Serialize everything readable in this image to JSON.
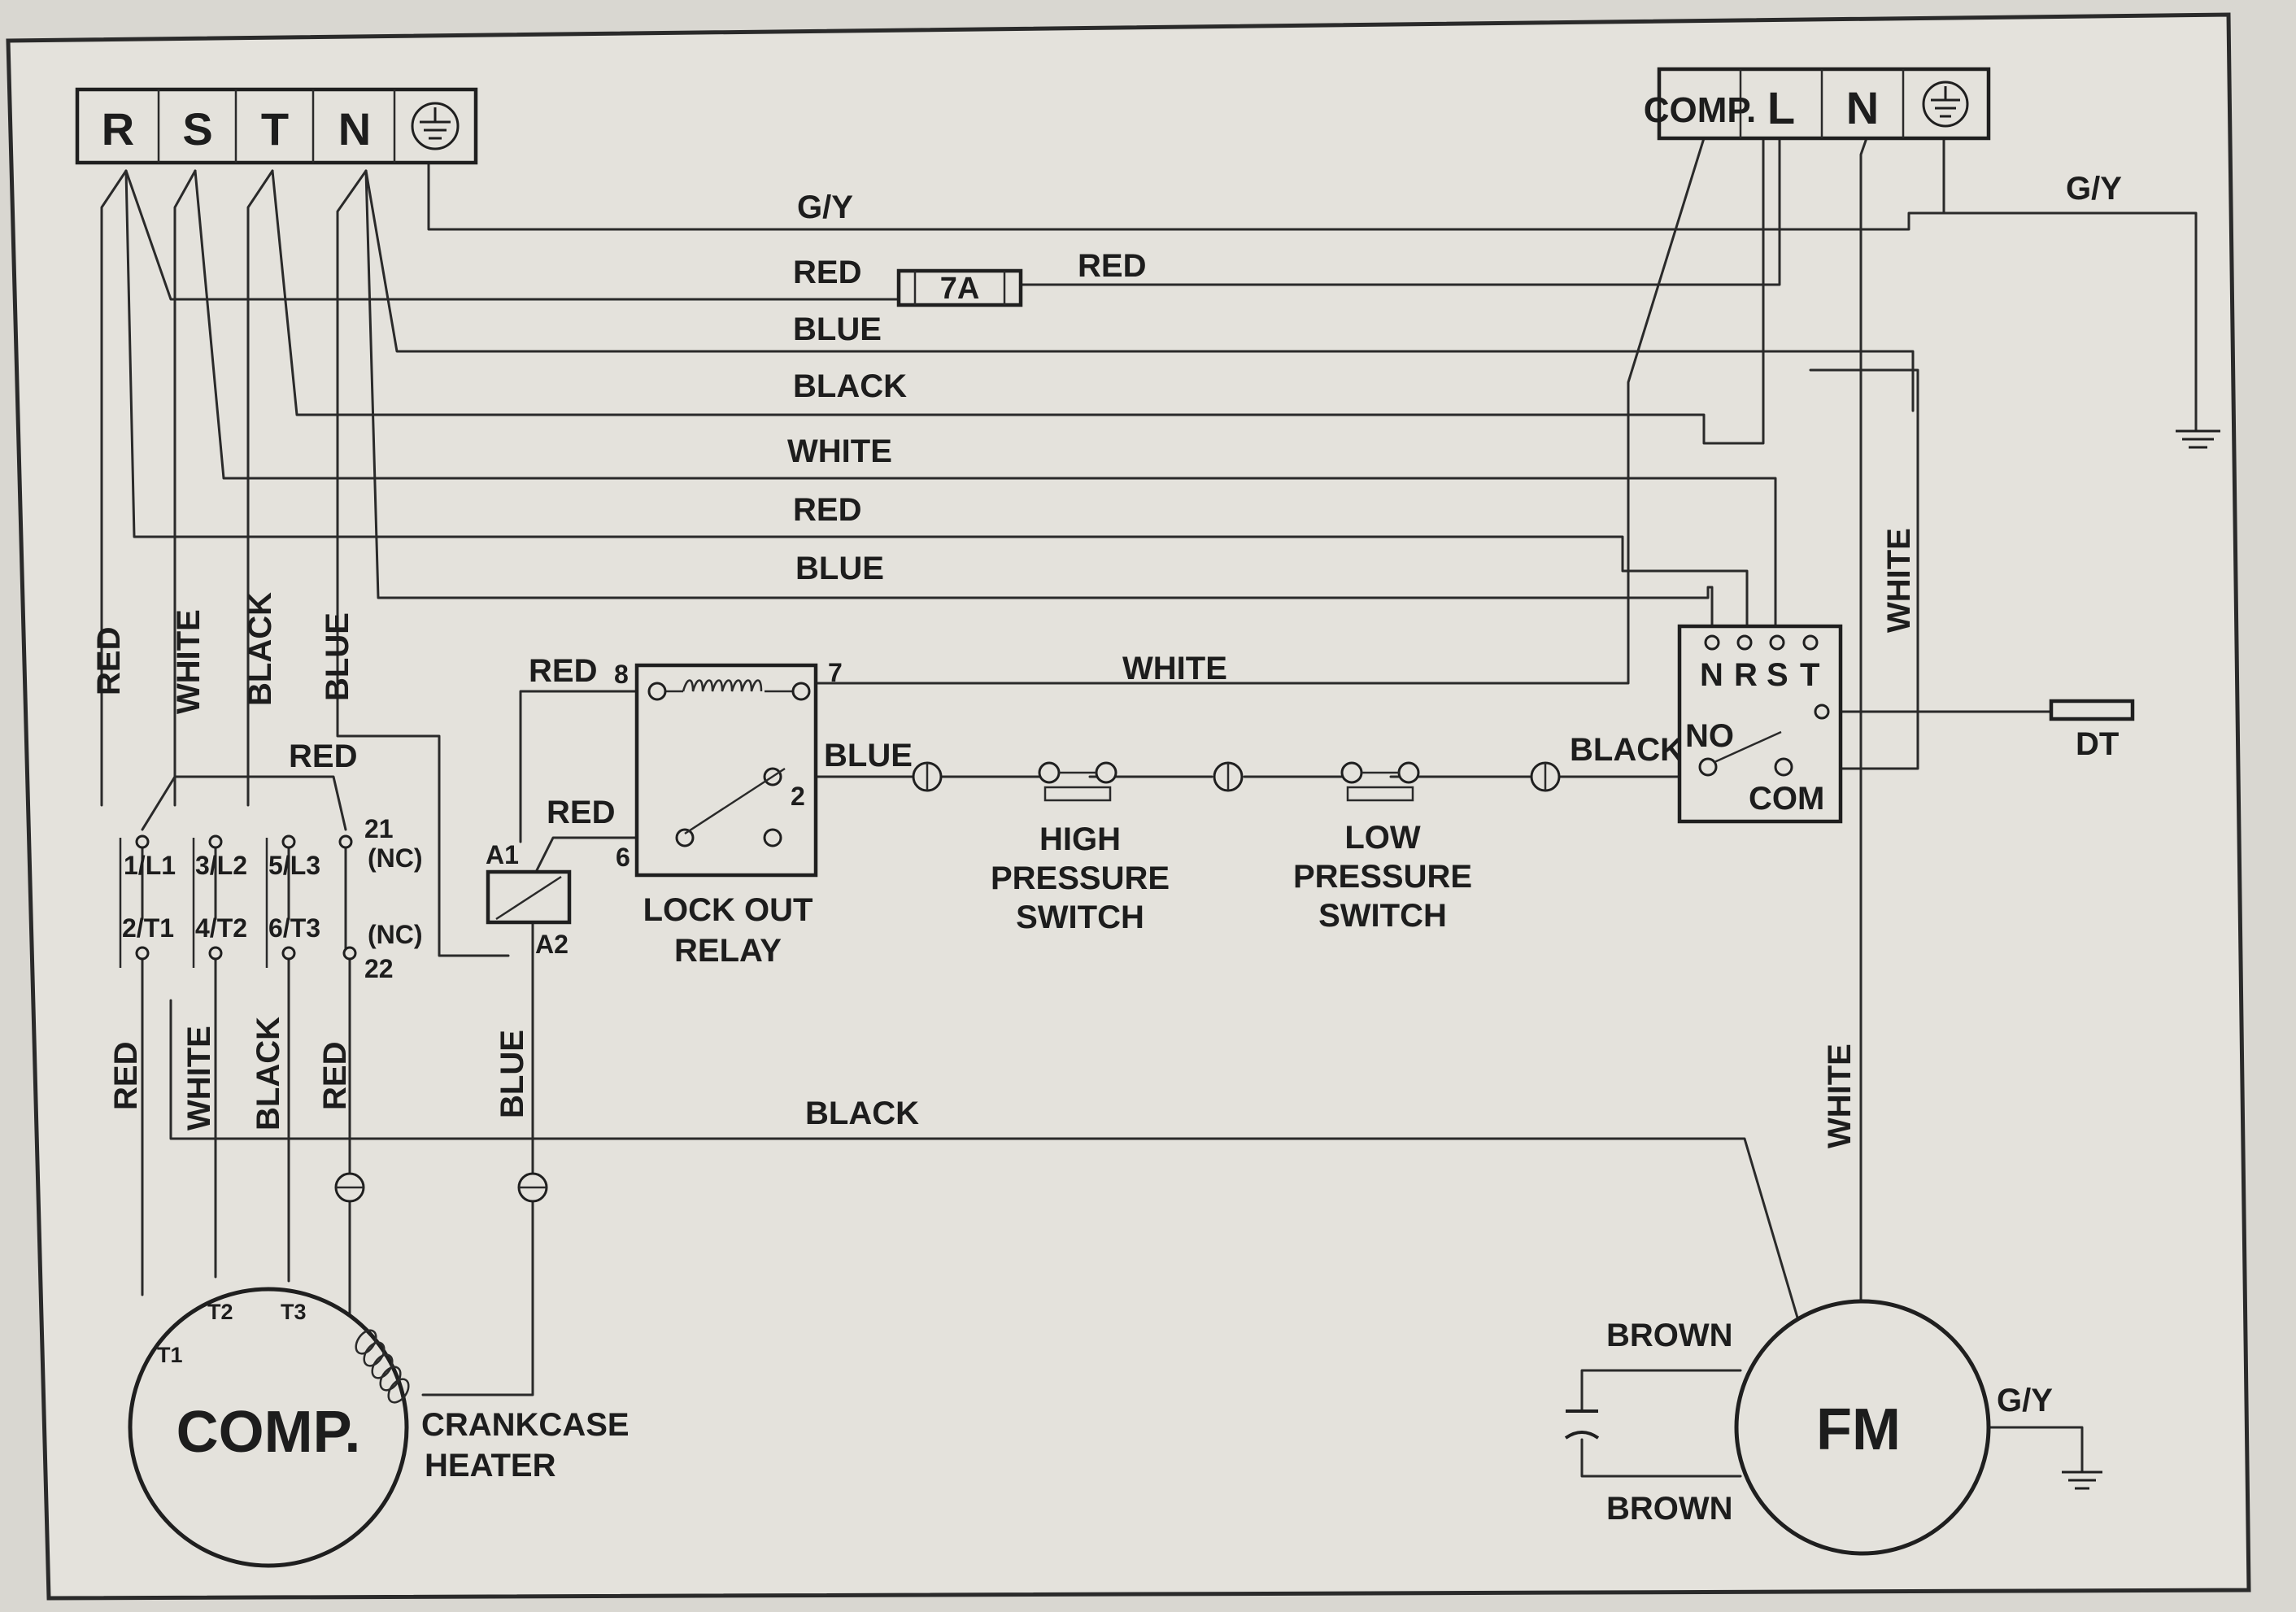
{
  "terminal_block_left": {
    "terminals": [
      "R",
      "S",
      "T",
      "N"
    ]
  },
  "terminal_block_right": {
    "terminals": [
      "COMP.",
      "L",
      "N"
    ]
  },
  "fuse": {
    "rating": "7A"
  },
  "wire_labels": {
    "gy_top": "G/Y",
    "red_to_fuse": "RED",
    "red_from_fuse": "RED",
    "blue_1": "BLUE",
    "black_1": "BLACK",
    "white_1": "WHITE",
    "red_2": "RED",
    "blue_2": "BLUE",
    "gy_right": "G/Y",
    "white_relay": "WHITE",
    "blue_relay": "BLUE",
    "black_controller": "BLACK",
    "white_vertical_right": "WHITE",
    "white_vertical_fm": "WHITE",
    "black_bottom": "BLACK",
    "red_coil_a1": "RED",
    "red_contactor": "RED",
    "red_relay_top": "RED",
    "blue_coil_a2": "BLUE",
    "brown_top": "BROWN",
    "brown_bottom": "BROWN",
    "gy_fm": "G/Y"
  },
  "left_vertical_labels": [
    "RED",
    "WHITE",
    "BLACK",
    "BLUE"
  ],
  "lower_vertical_labels": [
    "RED",
    "WHITE",
    "BLACK",
    "RED"
  ],
  "contactor": {
    "top_terminals": [
      "1/L1",
      "3/L2",
      "5/L3"
    ],
    "bottom_terminals": [
      "2/T1",
      "4/T2",
      "6/T3"
    ],
    "aux_top_num": "21",
    "aux_top_type": "(NC)",
    "aux_bottom_num": "22",
    "aux_bottom_type": "(NC)",
    "coil_a1": "A1",
    "coil_a2": "A2"
  },
  "lockout_relay": {
    "label_line1": "LOCK OUT",
    "label_line2": "RELAY",
    "pins": [
      "8",
      "7",
      "6",
      "2"
    ]
  },
  "high_pressure_switch": {
    "line1": "HIGH",
    "line2": "PRESSURE",
    "line3": "SWITCH"
  },
  "low_pressure_switch": {
    "line1": "LOW",
    "line2": "PRESSURE",
    "line3": "SWITCH"
  },
  "controller": {
    "terminals": [
      "N",
      "R",
      "S",
      "T"
    ],
    "no_label": "NO",
    "com_label": "COM"
  },
  "dt_label": "DT",
  "compressor": {
    "label": "COMP.",
    "terminals": [
      "T1",
      "T2",
      "T3"
    ]
  },
  "crankcase_heater": {
    "line1": "CRANKCASE",
    "line2": "HEATER"
  },
  "fan_motor": {
    "label": "FM"
  }
}
